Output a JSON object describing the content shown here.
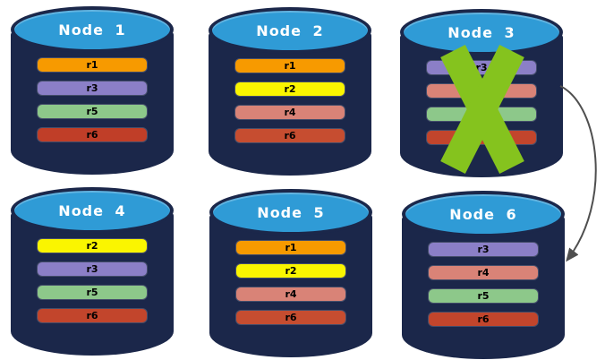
{
  "diagram": {
    "background": "#FFFFFF",
    "colors": {
      "cylinder_body": "#1B274A",
      "cylinder_top": "#2F9BD6",
      "node_title_text": "#FFFFFF",
      "replica_label_text": "#000000"
    },
    "nodes": [
      {
        "title": "Node 1",
        "failed": false,
        "replicas": [
          {
            "label": "r1",
            "color": "#F79A00"
          },
          {
            "label": "r3",
            "color": "#8B7FC7"
          },
          {
            "label": "r5",
            "color": "#8DC88A"
          },
          {
            "label": "r6",
            "color": "#C03E28"
          }
        ]
      },
      {
        "title": "Node 2",
        "failed": false,
        "replicas": [
          {
            "label": "r1",
            "color": "#F79A00"
          },
          {
            "label": "r2",
            "color": "#FAF500"
          },
          {
            "label": "r4",
            "color": "#D98377"
          },
          {
            "label": "r6",
            "color": "#C64D30"
          }
        ]
      },
      {
        "title": "Node 3",
        "failed": true,
        "replicas": [
          {
            "label": "r3",
            "color": "#8B7FC7"
          },
          {
            "label": "",
            "color": "#D98377"
          },
          {
            "label": "",
            "color": "#8DC88A"
          },
          {
            "label": "",
            "color": "#C2452C"
          }
        ]
      },
      {
        "title": "Node 4",
        "failed": false,
        "replicas": [
          {
            "label": "r2",
            "color": "#FAF500"
          },
          {
            "label": "r3",
            "color": "#8B7FC7"
          },
          {
            "label": "r5",
            "color": "#8DC88A"
          },
          {
            "label": "r6",
            "color": "#C2452C"
          }
        ]
      },
      {
        "title": "Node 5",
        "failed": false,
        "replicas": [
          {
            "label": "r1",
            "color": "#F79A00"
          },
          {
            "label": "r2",
            "color": "#FAF500"
          },
          {
            "label": "r4",
            "color": "#D98377"
          },
          {
            "label": "r6",
            "color": "#C64D30"
          }
        ]
      },
      {
        "title": "Node 6",
        "failed": false,
        "replicas": [
          {
            "label": "r3",
            "color": "#8B7FC7"
          },
          {
            "label": "r4",
            "color": "#D98377"
          },
          {
            "label": "r5",
            "color": "#8DC88A"
          },
          {
            "label": "r6",
            "color": "#C2452C"
          }
        ]
      }
    ],
    "x_mark": {
      "on_node": "Node 3",
      "color": "#85C31E"
    },
    "arrow": {
      "from": "Node 3",
      "to": "Node 6",
      "color": "#4F4F4F"
    }
  }
}
